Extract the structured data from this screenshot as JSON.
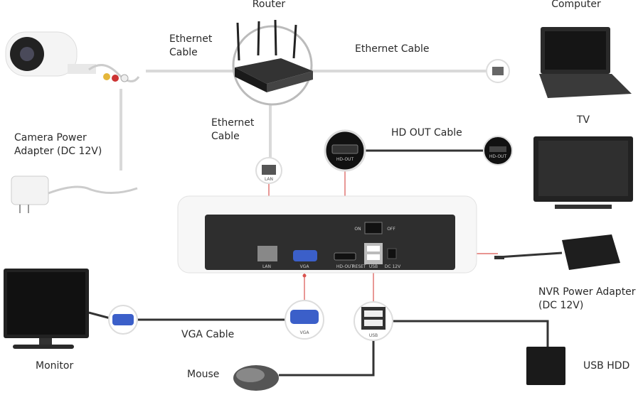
{
  "labels": {
    "router": "Router",
    "computer": "Computer",
    "ethernet_cable_camera": "Ethernet\nCable",
    "ethernet_cable_computer": "Ethernet Cable",
    "ethernet_cable_nvr": "Ethernet\nCable",
    "camera_power": "Camera Power\nAdapter (DC 12V)",
    "hd_out_cable": "HD OUT Cable",
    "tv": "TV",
    "nvr_power": "NVR Power Adapter\n(DC 12V)",
    "vga_cable": "VGA Cable",
    "monitor": "Monitor",
    "mouse": "Mouse",
    "usb_hdd": "USB HDD"
  },
  "ports": {
    "lan": "LAN",
    "vga": "VGA",
    "hd_out": "HD-OUT",
    "reset": "RESET",
    "usb": "USB",
    "dc": "DC 12V",
    "on": "ON",
    "off": "OFF"
  },
  "colors": {
    "cable": "#d9d9d9",
    "dark_cable": "#333333",
    "red_lead": "#d9534f",
    "device": "#2b2b2b"
  }
}
